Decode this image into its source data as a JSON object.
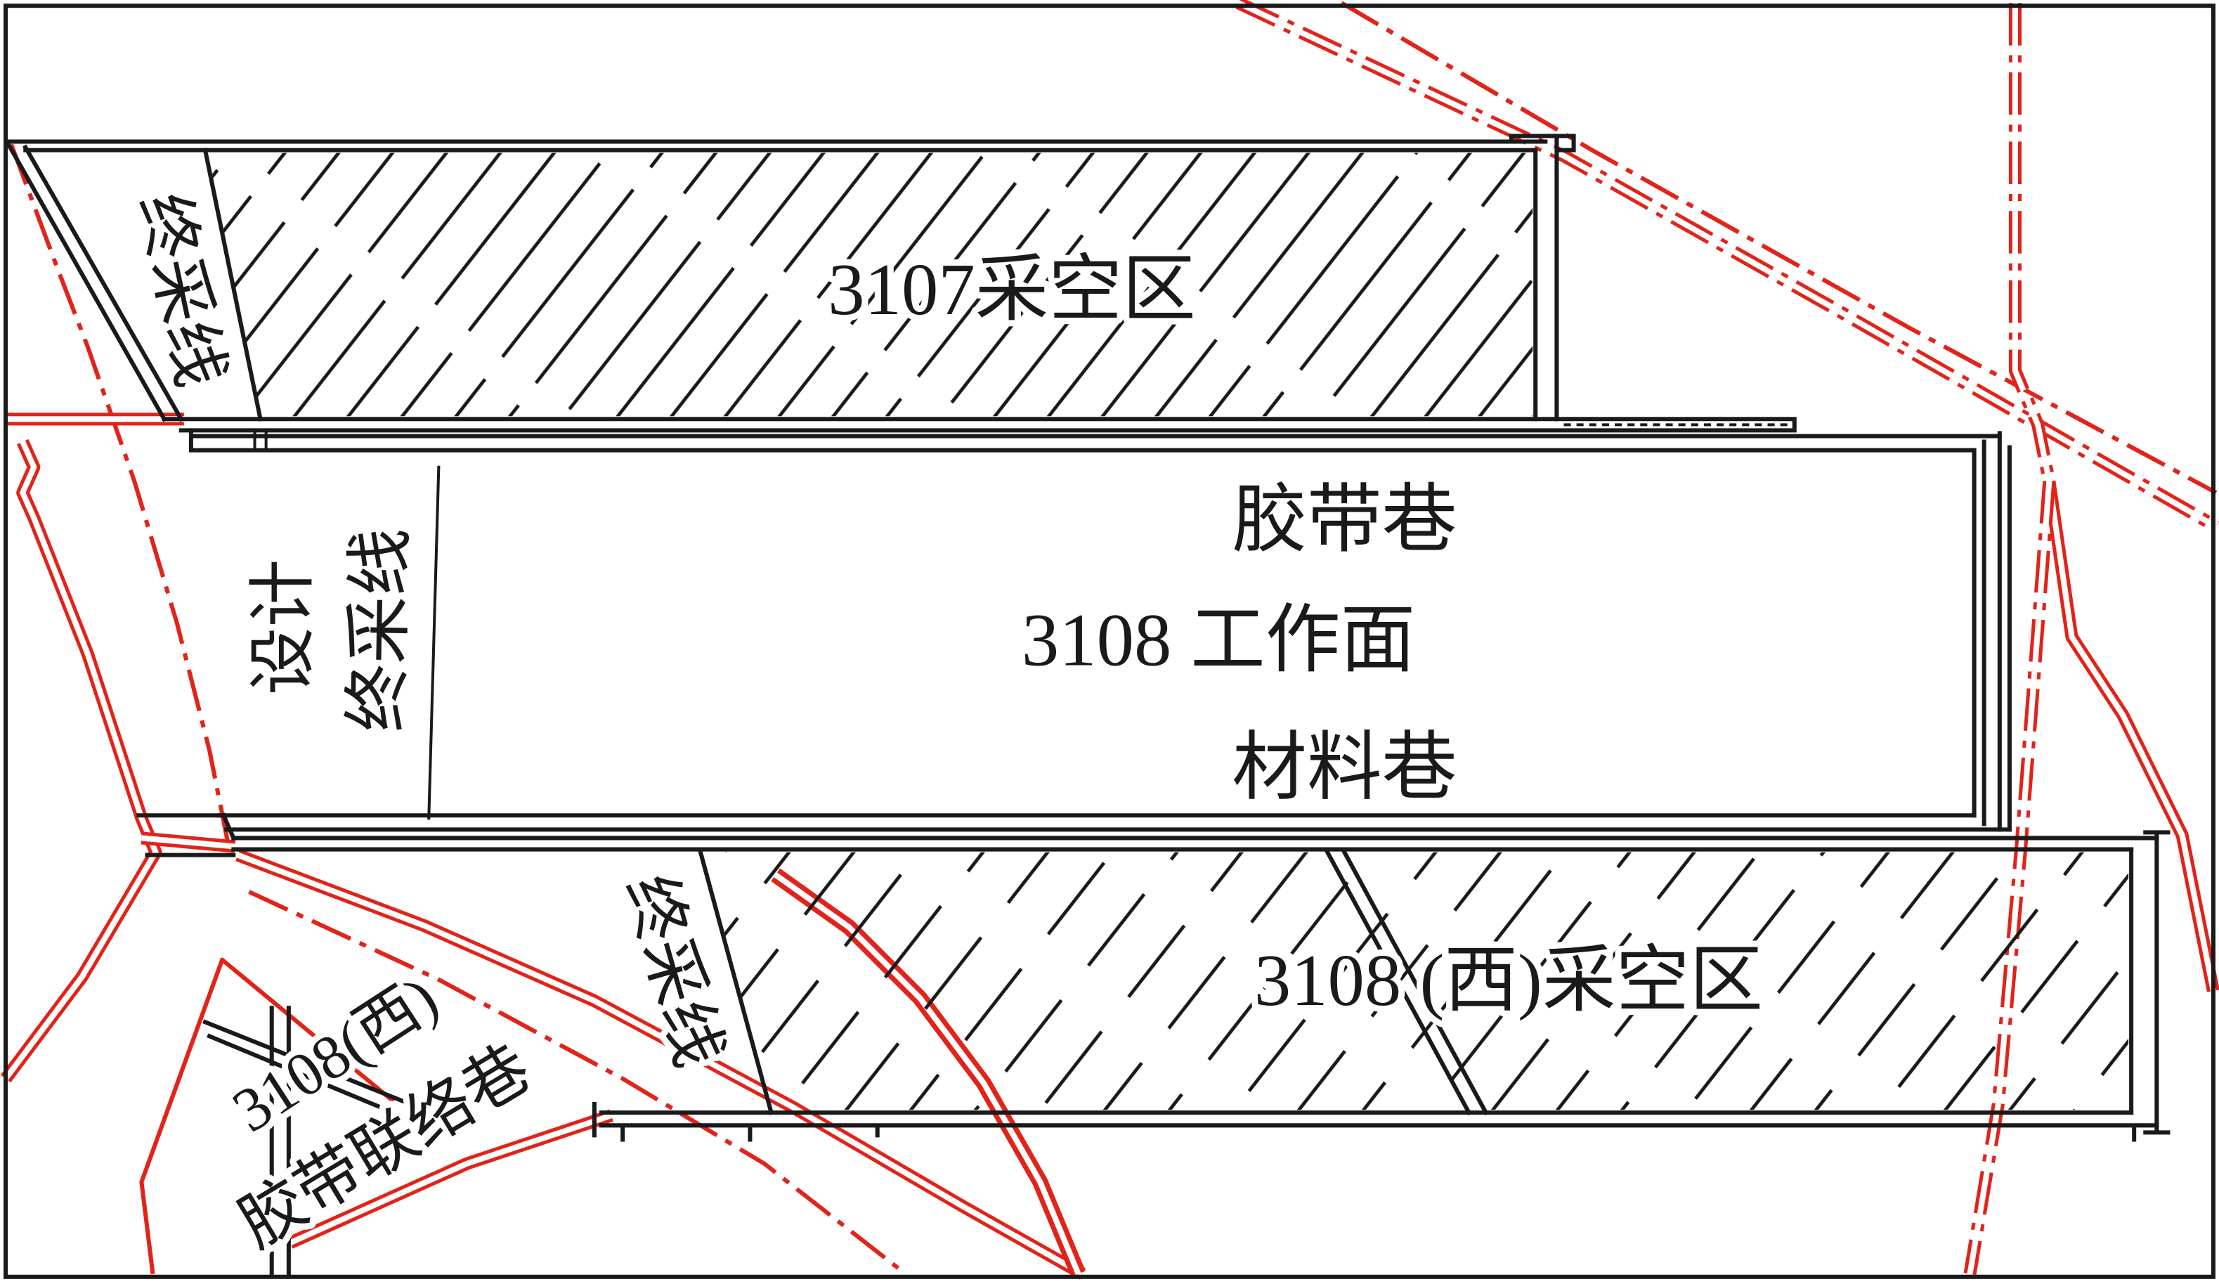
{
  "labels": {
    "goaf_3107": "3107采空区",
    "goaf_3107_stop_line": "终采线",
    "belt_roadway": "胶带巷",
    "working_face": "3108 工作面",
    "material_roadway": "材料巷",
    "design_label": "设计",
    "design_stop_line": "终采线",
    "goaf_3108_west_stop_line": "终采线",
    "goaf_3108_west": "3108 (西)采空区",
    "connection_roadway_id": "3108(西)",
    "connection_roadway_name": "胶带联络巷"
  },
  "colors": {
    "structure": "#1a1a1a",
    "red_line": "#e2231a",
    "background": "#ffffff"
  }
}
